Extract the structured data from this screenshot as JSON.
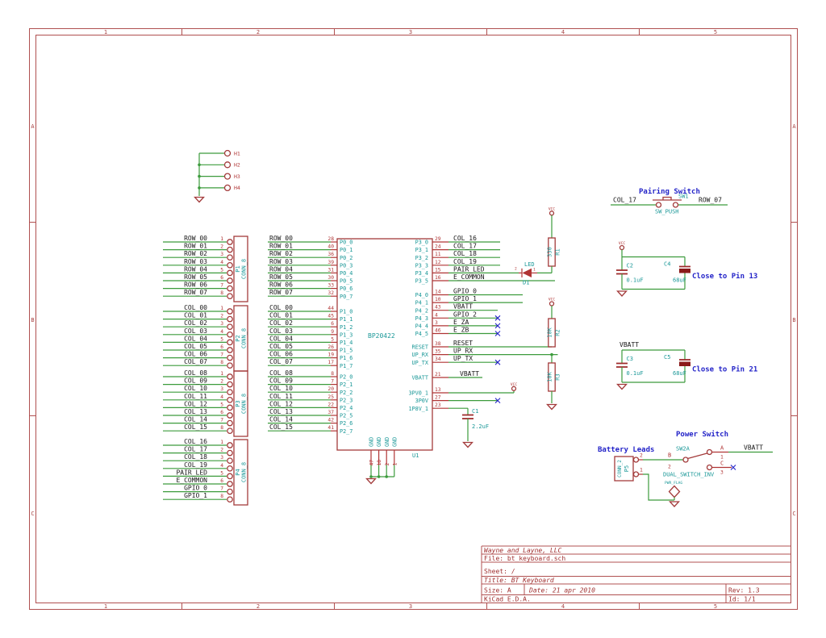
{
  "sheet": {
    "frame_columns": [
      "1",
      "2",
      "3",
      "4",
      "5"
    ],
    "frame_rows": [
      "A",
      "B",
      "C"
    ],
    "title_block": {
      "company": "Wayne and Layne, LLC",
      "file": "File: bt_keyboard.sch",
      "sheet": "Sheet: /",
      "title": "Title: BT Keyboard",
      "size": "Size: A",
      "date": "Date: 21 apr 2010",
      "rev": "Rev: 1.3",
      "tool": "KiCad E.D.A.",
      "id": "Id: 1/1"
    }
  },
  "colors": {
    "wire_green": "#3C9B3C",
    "component_red": "#A33B3B",
    "pin_number_red": "#B03434",
    "reference_cyan": "#1B9898",
    "note_blue": "#2323C8",
    "net_label_black": "#161616",
    "background": "#FFFFFF"
  },
  "mounting_holes": {
    "labels": [
      "H1",
      "H2",
      "H3",
      "H4"
    ]
  },
  "connectors": [
    {
      "ref": "P1",
      "value": "CONN_8",
      "rows": [
        {
          "net": "ROW_00",
          "pin": "1"
        },
        {
          "net": "ROW_01",
          "pin": "2"
        },
        {
          "net": "ROW_02",
          "pin": "3"
        },
        {
          "net": "ROW_03",
          "pin": "4"
        },
        {
          "net": "ROW_04",
          "pin": "5"
        },
        {
          "net": "ROW_05",
          "pin": "6"
        },
        {
          "net": "ROW_06",
          "pin": "7"
        },
        {
          "net": "ROW_07",
          "pin": "8"
        }
      ]
    },
    {
      "ref": "P2",
      "value": "CONN_8",
      "rows": [
        {
          "net": "COL_00",
          "pin": "1"
        },
        {
          "net": "COL_01",
          "pin": "2"
        },
        {
          "net": "COL_02",
          "pin": "3"
        },
        {
          "net": "COL_03",
          "pin": "4"
        },
        {
          "net": "COL_04",
          "pin": "5"
        },
        {
          "net": "COL_05",
          "pin": "6"
        },
        {
          "net": "COL_06",
          "pin": "7"
        },
        {
          "net": "COL_07",
          "pin": "8"
        }
      ]
    },
    {
      "ref": "P3",
      "value": "CONN_8",
      "rows": [
        {
          "net": "COL_08",
          "pin": "1"
        },
        {
          "net": "COL_09",
          "pin": "2"
        },
        {
          "net": "COL_10",
          "pin": "3"
        },
        {
          "net": "COL_11",
          "pin": "4"
        },
        {
          "net": "COL_12",
          "pin": "5"
        },
        {
          "net": "COL_13",
          "pin": "6"
        },
        {
          "net": "COL_14",
          "pin": "7"
        },
        {
          "net": "COL_15",
          "pin": "8"
        }
      ]
    },
    {
      "ref": "P4",
      "value": "CONN_8",
      "rows": [
        {
          "net": "COL_16",
          "pin": "1"
        },
        {
          "net": "COL_17",
          "pin": "2"
        },
        {
          "net": "COL_18",
          "pin": "3"
        },
        {
          "net": "COL_19",
          "pin": "4"
        },
        {
          "net": "PAIR_LED",
          "pin": "5"
        },
        {
          "net": "E_COMMON",
          "pin": "6"
        },
        {
          "net": "GPIO_0",
          "pin": "7"
        },
        {
          "net": "GPIO_1",
          "pin": "8"
        }
      ]
    }
  ],
  "ic": {
    "ref": "U1",
    "value": "BP20422",
    "left_groups": [
      {
        "rows": [
          {
            "name": "P0_0",
            "pin": "28",
            "net": "ROW_00"
          },
          {
            "name": "P0_1",
            "pin": "40",
            "net": "ROW_01"
          },
          {
            "name": "P0_2",
            "pin": "36",
            "net": "ROW_02"
          },
          {
            "name": "P0_3",
            "pin": "39",
            "net": "ROW_03"
          },
          {
            "name": "P0_4",
            "pin": "31",
            "net": "ROW_04"
          },
          {
            "name": "P0_5",
            "pin": "30",
            "net": "ROW_05"
          },
          {
            "name": "P0_6",
            "pin": "33",
            "net": "ROW_06"
          },
          {
            "name": "P0_7",
            "pin": "32",
            "net": "ROW_07"
          }
        ]
      },
      {
        "rows": [
          {
            "name": "P1_0",
            "pin": "44",
            "net": "COL_00"
          },
          {
            "name": "P1_1",
            "pin": "45",
            "net": "COL_01"
          },
          {
            "name": "P1_2",
            "pin": "6",
            "net": "COL_02"
          },
          {
            "name": "P1_3",
            "pin": "9",
            "net": "COL_03"
          },
          {
            "name": "P1_4",
            "pin": "5",
            "net": "COL_04"
          },
          {
            "name": "P1_5",
            "pin": "26",
            "net": "COL_05"
          },
          {
            "name": "P1_6",
            "pin": "19",
            "net": "COL_06"
          },
          {
            "name": "P1_7",
            "pin": "17",
            "net": "COL_07"
          }
        ]
      },
      {
        "rows": [
          {
            "name": "P2_0",
            "pin": "8",
            "net": "COL_08"
          },
          {
            "name": "P2_1",
            "pin": "7",
            "net": "COL_09"
          },
          {
            "name": "P2_2",
            "pin": "20",
            "net": "COL_10"
          },
          {
            "name": "P2_3",
            "pin": "25",
            "net": "COL_11"
          },
          {
            "name": "P2_4",
            "pin": "22",
            "net": "COL_12"
          },
          {
            "name": "P2_5",
            "pin": "37",
            "net": "COL_13"
          },
          {
            "name": "P2_6",
            "pin": "42",
            "net": "COL_14"
          },
          {
            "name": "P2_7",
            "pin": "41",
            "net": "COL_15"
          }
        ]
      }
    ],
    "right_p3": {
      "rows": [
        {
          "name": "P3_0",
          "pin": "29",
          "net": "COL_16"
        },
        {
          "name": "P3_1",
          "pin": "24",
          "net": "COL_17"
        },
        {
          "name": "P3_2",
          "pin": "11",
          "net": "COL_18"
        },
        {
          "name": "P3_3",
          "pin": "12",
          "net": "COL_19"
        },
        {
          "name": "P3_4",
          "pin": "15",
          "net": "PAIR_LED"
        },
        {
          "name": "P3_5",
          "pin": "16",
          "net": "E_COMMON"
        }
      ]
    },
    "right_p4": {
      "rows": [
        {
          "name": "P4_0",
          "pin": "14",
          "net": "GPIO_0"
        },
        {
          "name": "P4_1",
          "pin": "10",
          "net": "GPIO_1"
        },
        {
          "name": "P4_2",
          "pin": "43",
          "net": "VBATT"
        },
        {
          "name": "P4_3",
          "pin": "4",
          "net": "GPIO_2"
        },
        {
          "name": "P4_4",
          "pin": "3",
          "net": "E_ZA"
        },
        {
          "name": "P4_5",
          "pin": "46",
          "net": "E_ZB"
        }
      ]
    },
    "right_comm": {
      "rows": [
        {
          "name": "RESET",
          "pin": "38",
          "net": "RESET"
        },
        {
          "name": "UP_RX",
          "pin": "35",
          "net": "UP_RX"
        },
        {
          "name": "UP_TX",
          "pin": "34",
          "net": "UP_TX"
        }
      ]
    },
    "right_vbatt": {
      "rows": [
        {
          "name": "VBATT",
          "pin": "21",
          "net": "VBATT"
        }
      ]
    },
    "right_power": {
      "rows": [
        {
          "name": "3PV0_1",
          "pin": "13",
          "net": ""
        },
        {
          "name": "3P0V",
          "pin": "27",
          "net": ""
        },
        {
          "name": "1P8V_1",
          "pin": "23",
          "net": ""
        }
      ]
    },
    "gnd_pins": [
      {
        "name": "GND",
        "pin": "47"
      },
      {
        "name": "GND",
        "pin": "18"
      },
      {
        "name": "GND",
        "pin": "2"
      },
      {
        "name": "GND",
        "pin": "1"
      }
    ]
  },
  "led_circuit": {
    "vcc": "VCC",
    "resistor_ref": "R1",
    "resistor_value": "330",
    "led_value": "LED",
    "led_ref": "D1",
    "pin_a": "2",
    "pin_k": "1"
  },
  "reset_pullup": {
    "vcc": "VCC",
    "ref": "R2",
    "value": "10K"
  },
  "rx_pulldown": {
    "ref": "R3",
    "value": "10K"
  },
  "c1": {
    "ref": "C1",
    "value": "2.2uF"
  },
  "vcc_pin13": "VCC",
  "decoupling": [
    {
      "rail": "VCC",
      "cer_ref": "C2",
      "cer_value": "0.1uF",
      "bulk_ref": "C4",
      "bulk_value": "68uF",
      "note": "Close to Pin 13"
    },
    {
      "rail": "VBATT",
      "cer_ref": "C3",
      "cer_value": "0.1uF",
      "bulk_ref": "C5",
      "bulk_value": "68uF",
      "note": "Close to Pin 21"
    }
  ],
  "pairing_switch": {
    "note": "Pairing Switch",
    "ref": "SW1",
    "value": "SW_PUSH",
    "left_net": "COL_17",
    "right_net": "ROW_07"
  },
  "power_switch": {
    "note": "Power Switch",
    "battery_note": "Battery Leads",
    "conn_ref": "P5",
    "conn_value": "CONN_2",
    "conn_pin_top": "2",
    "conn_pin_bottom": "1",
    "sw_ref": "SW2A",
    "sw_value": "DUAL_SWITCH_INV",
    "pole_a": "A",
    "pole_a_pin": "1",
    "pole_b": "B",
    "pole_b_pin": "2",
    "pole_c": "C",
    "pole_c_pin": "3",
    "out_net": "VBATT",
    "flag": "PWR_FLAG"
  }
}
